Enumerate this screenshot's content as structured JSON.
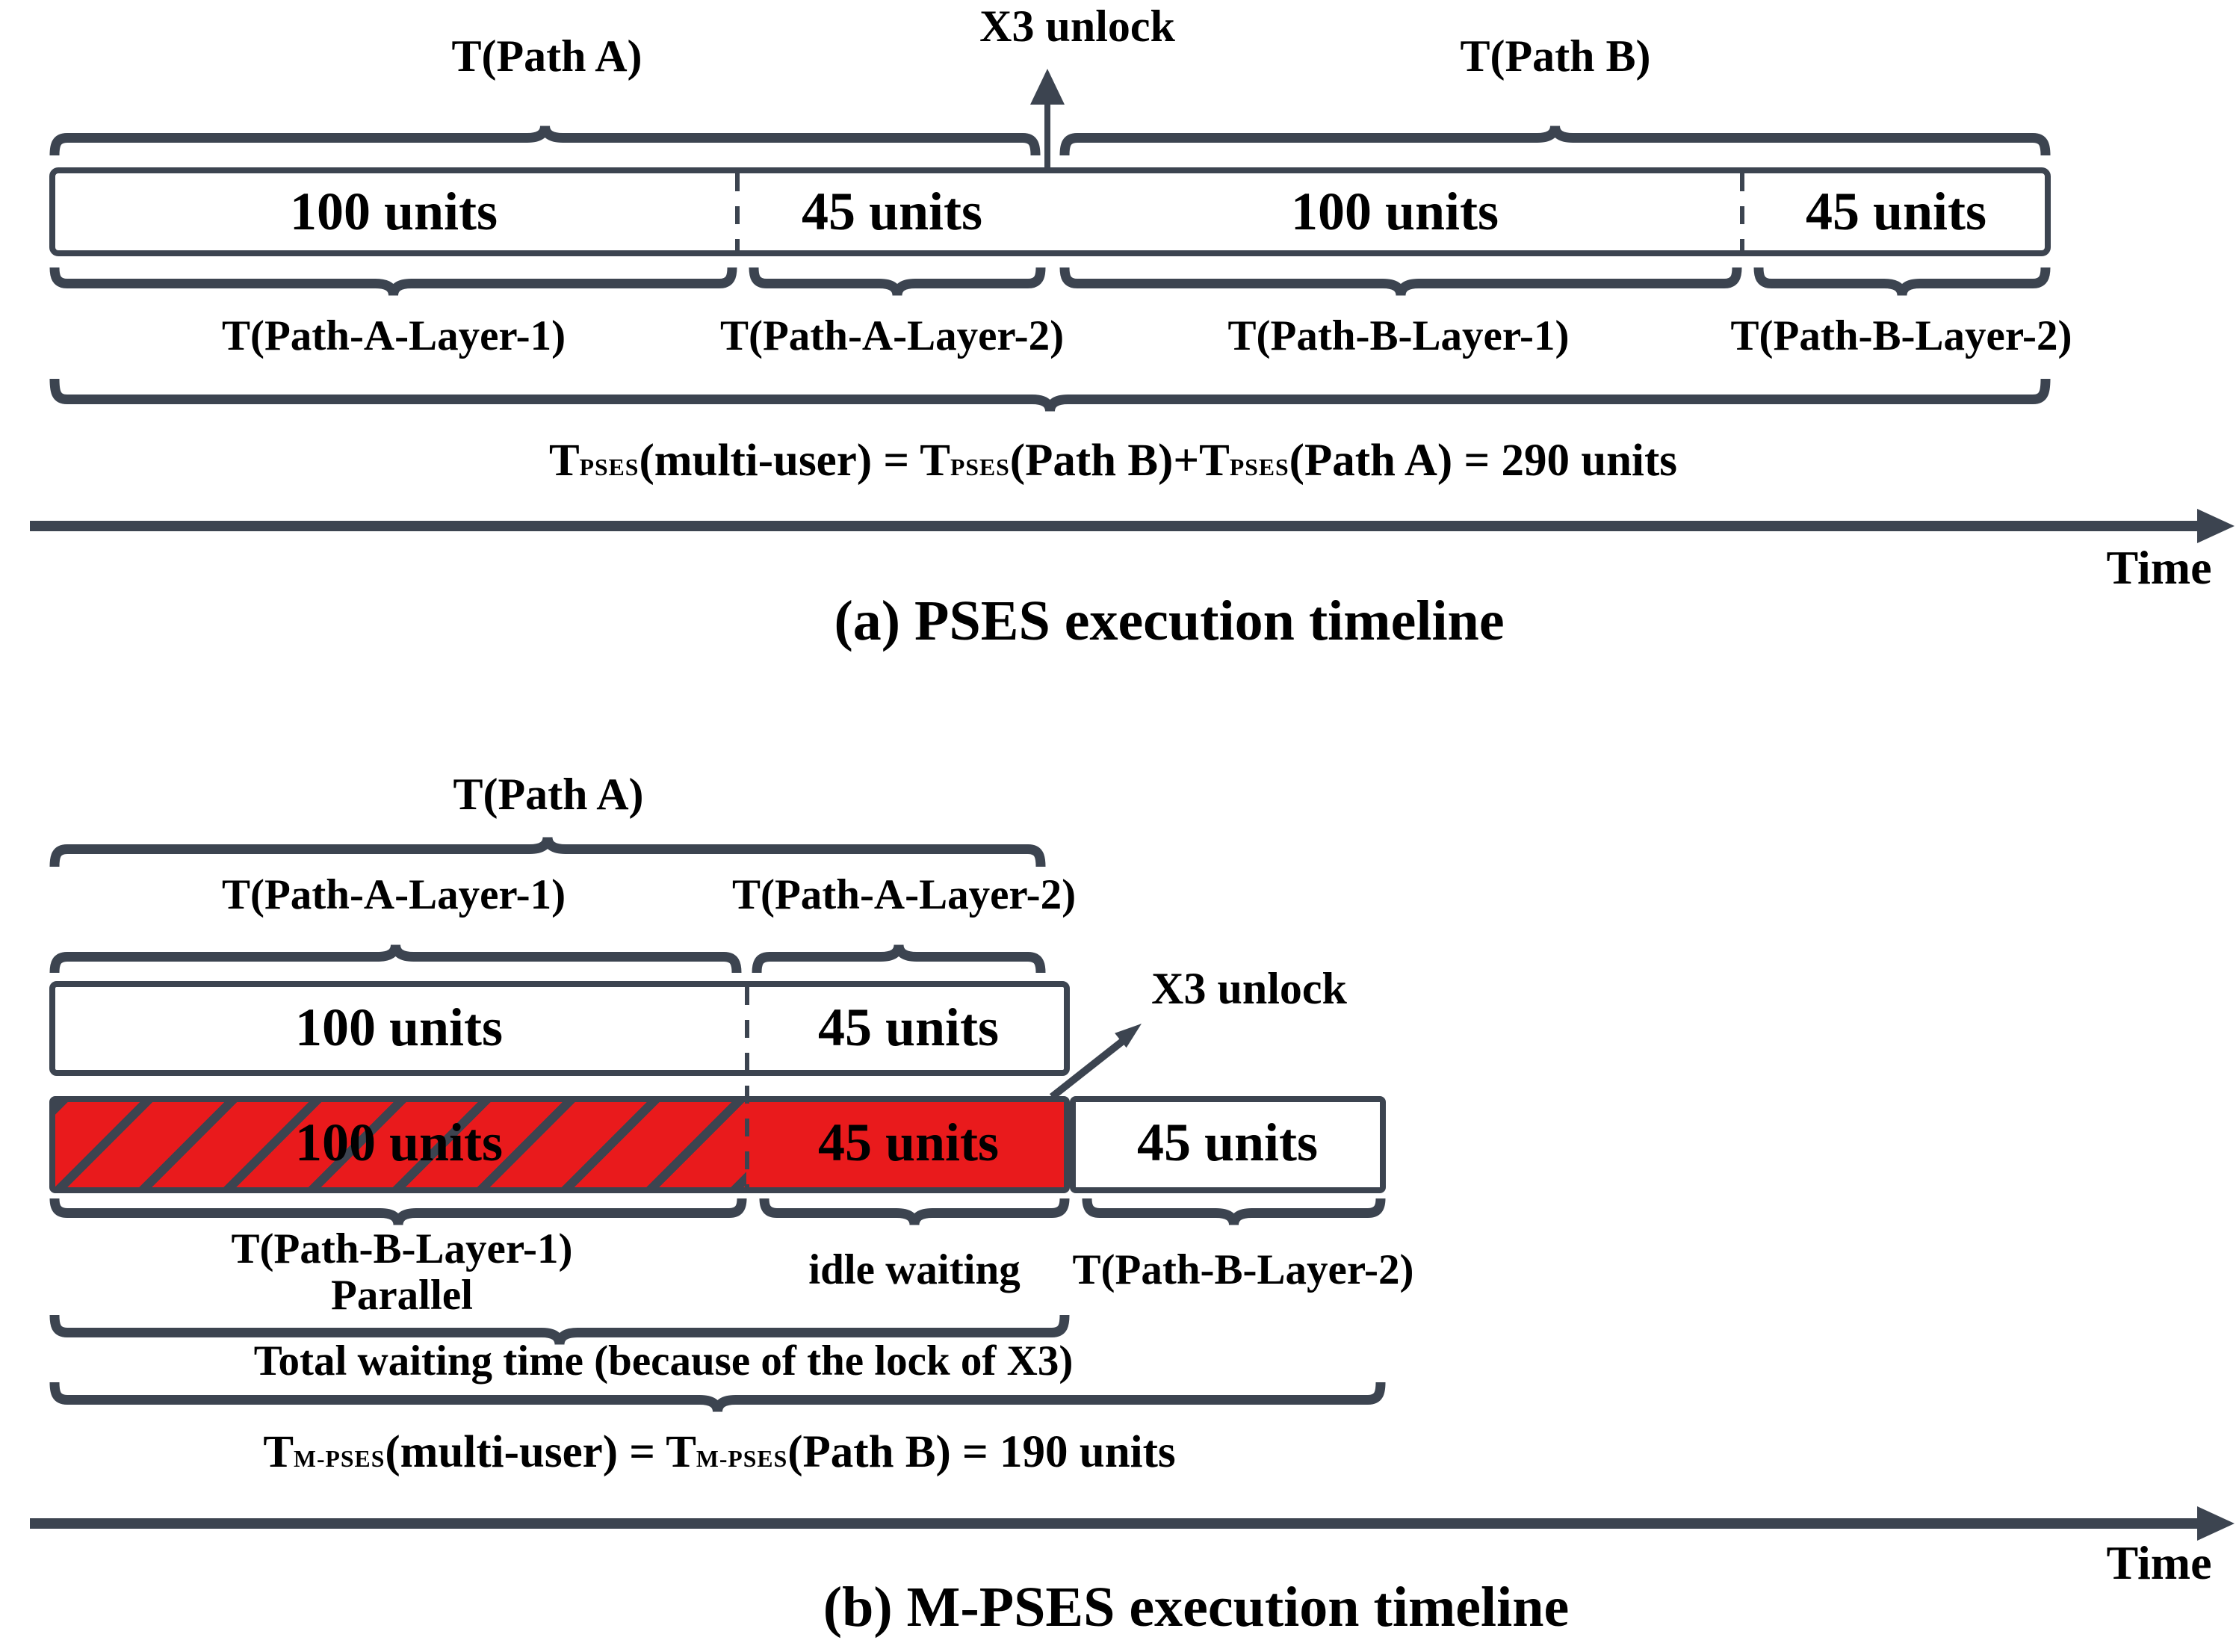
{
  "colors": {
    "outline": "#3c4450",
    "lock_red": "#e91a1c",
    "text": "#000000",
    "background": "#ffffff"
  },
  "panel_a": {
    "path_a_label": "T(Path A)",
    "path_b_label": "T(Path B)",
    "x3_unlock_label": "X3 unlock",
    "box_labels": [
      "100 units",
      "45 units",
      "100 units",
      "45 units"
    ],
    "layer_labels": [
      "T(Path-A-Layer-1)",
      "T(Path-A-Layer-2)",
      "T(Path-B-Layer-1)",
      "T(Path-B-Layer-2)"
    ],
    "formula": {
      "t0": "T",
      "s0": "PSES",
      "t1": "(multi-user) = T",
      "s1": "PSES",
      "t2": "(Path B)+T",
      "s2": "PSES",
      "t3": "(Path A) = 290 units"
    },
    "time_label": "Time",
    "caption": "(a) PSES execution timeline"
  },
  "panel_b": {
    "path_a_label": "T(Path A)",
    "layer_a_labels": [
      "T(Path-A-Layer-1)",
      "T(Path-A-Layer-2)"
    ],
    "row_a_box_labels": [
      "100 units",
      "45 units"
    ],
    "row_b_box_labels": [
      "100 units",
      "45 units",
      "45 units"
    ],
    "x3_unlock_label": "X3 unlock",
    "layer_b1_label": "T(Path-B-Layer-1)",
    "parallel_label": "Parallel",
    "idle_label": "idle waiting",
    "layer_b2_label": "T(Path-B-Layer-2)",
    "total_waiting_label": "Total waiting time (because of the lock of X3)",
    "formula": {
      "t0": "T",
      "s0": "M-PSES",
      "t1": "(multi-user) = T",
      "s1": "M-PSES",
      "t2": "(Path B) = 190 units"
    },
    "time_label": "Time",
    "caption": "(b) M-PSES execution timeline"
  }
}
